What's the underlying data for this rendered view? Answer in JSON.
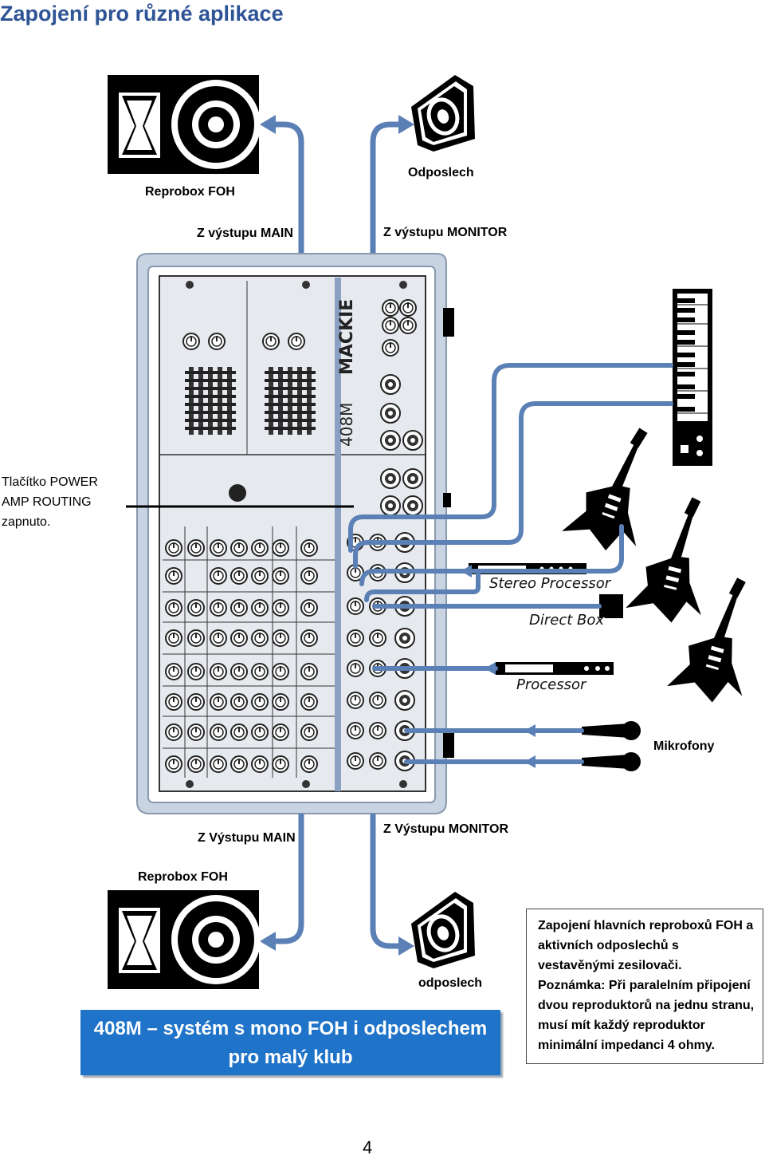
{
  "page": {
    "title": "Zapojení pro různé aplikace",
    "page_number": "4"
  },
  "top": {
    "speaker_label": "Reprobox FOH",
    "monitor_label": "Odposlech",
    "main_out_label": "Z výstupu MAIN",
    "monitor_out_label": "Z výstupu MONITOR"
  },
  "power_note": {
    "line1": "Tlačítko POWER",
    "line2": "AMP ROUTING",
    "line3": "zapnuto."
  },
  "mixer": {
    "brand": "MACKIE",
    "model": "408M"
  },
  "devices": {
    "stereo_processor": "Stereo Processor",
    "direct_box": "Direct Box",
    "processor": "Processor",
    "microphones": "Mikrofony"
  },
  "bottom": {
    "main_out_label": "Z Výstupu MAIN",
    "monitor_out_label": "Z Výstupu MONITOR",
    "speaker_label": "Reprobox FOH",
    "monitor_label": "odposlech"
  },
  "caption": {
    "line1": "408M – systém s mono FOH i odposlechem",
    "line2": "pro malý klub"
  },
  "note": {
    "line1": "Zapojení hlavních reproboxů FOH a aktivních odposlechů s vestavěnými zesilovači.",
    "line2": "Poznámka: Při paralelním připojení dvou reproduktorů na jednu stranu, musí mít každý reproduktor minimální impedanci 4 ohmy."
  },
  "colors": {
    "cable": "#5b80b5",
    "title": "#2f5496",
    "caption_bg": "#1f73c8",
    "mixer_frame": "#c9d4e3",
    "mixer_panel": "#e6e9ee"
  }
}
